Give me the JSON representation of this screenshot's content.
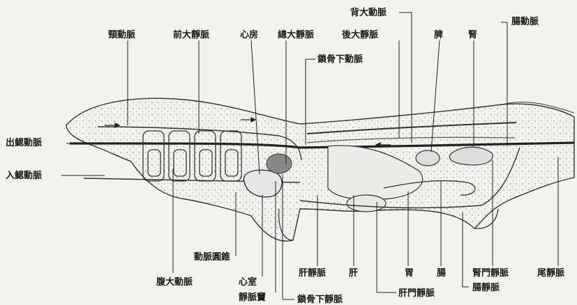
{
  "labels": {
    "dorsal_aorta": "背大動脈",
    "carotid_artery": "頸動脈",
    "anterior_cardinal_vein": "前大靜脈",
    "atrium": "心房",
    "common_cardinal_vein": "總大靜脈",
    "posterior_cardinal_vein": "後大靜脈",
    "subclavian_artery": "鎖骨下動脈",
    "spleen": "脾",
    "kidney": "腎",
    "iliac_artery": "腸動脈",
    "efferent_branchial_artery": "出鰓動脈",
    "afferent_branchial_artery": "入鰓動脈",
    "conus_arteriosus": "動脈圓錐",
    "ventral_aorta": "腹大動脈",
    "ventricle": "心室",
    "sinus_venosus": "靜脈竇",
    "subclavian_vein": "鎖骨下靜脈",
    "hepatic_vein": "肝靜脈",
    "liver": "肝",
    "hepatic_portal_vein": "肝門靜脈",
    "stomach": "胃",
    "intestine": "腸",
    "renal_portal_vein": "腎門靜脈",
    "iliac_vein": "腸靜脈",
    "caudal_vein": "尾靜脈"
  }
}
